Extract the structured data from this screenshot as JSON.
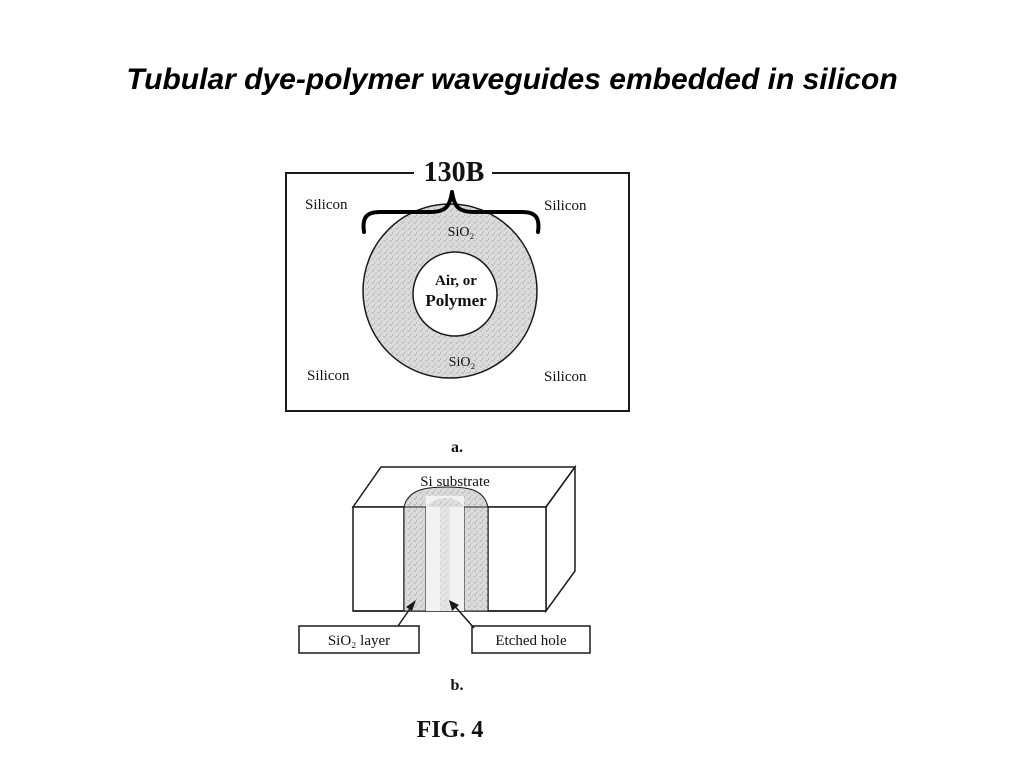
{
  "slide": {
    "title": "Tubular dye-polymer waveguides embedded in silicon"
  },
  "figure_a": {
    "reference_label": "130B",
    "corner_labels": {
      "top_left": "Silicon",
      "top_right": "Silicon",
      "bottom_left": "Silicon",
      "bottom_right": "Silicon"
    },
    "ring_label_top": "SiO₂",
    "ring_label_bottom": "SiO₂",
    "core_label_line1": "Air, or",
    "core_label_line2": "Polymer",
    "caption": "a."
  },
  "figure_b": {
    "top_label": "Si substrate",
    "callout_left": "SiO₂ layer",
    "callout_right": "Etched hole",
    "caption": "b."
  },
  "figure_caption": "FIG. 4",
  "colors": {
    "ink": "#1a1a1a",
    "oxide_fill": "#d9d9d9",
    "background": "#ffffff"
  }
}
